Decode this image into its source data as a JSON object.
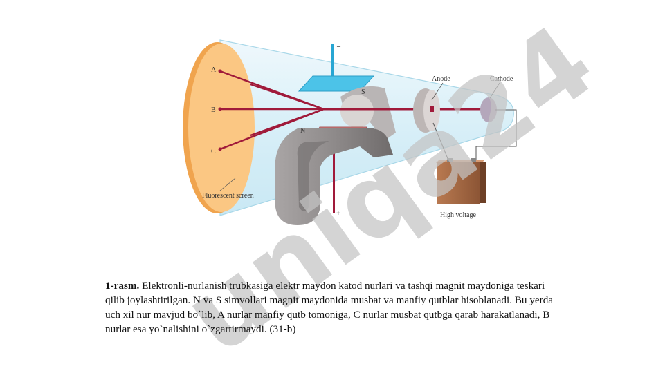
{
  "figure": {
    "labels": {
      "minus": "–",
      "plus": "+",
      "beam_a": "A",
      "beam_b": "B",
      "beam_c": "C",
      "pole_s": "S",
      "pole_n": "N",
      "anode": "Anode",
      "cathode": "Cathode",
      "screen": "Fluorescent screen",
      "high_voltage": "High voltage"
    },
    "watermark": "uniqa24"
  },
  "caption": {
    "lead": "1-rasm.",
    "text": " Elektronli-nurlanish trubkasiga elektr maydon katod nurlari va tashqi magnit maydoniga teskari qilib joylashtirilgan.  N va S simvollari magnit maydonida musbat va manfiy qutblar hisoblanadi. Bu yerda uch xil nur mavjud bo`lib, A nurlar manfiy qutb tomoniga, C nurlar musbat qutbga qarab harakatlanadi, B nurlar esa yo`nalishini o`zgartirmaydi. (31-b)"
  },
  "colors": {
    "beam": "#a01a3a",
    "screen": "#fbc783",
    "tube": "#d5eef8",
    "plate_top": "#4cc3e8",
    "plate_bottom": "#cd7b7b",
    "magnet": "#8f8b8b",
    "battery": "#a86a45",
    "watermark_purple": "#c9c6f3",
    "watermark_gray": "#c4c4c4"
  }
}
